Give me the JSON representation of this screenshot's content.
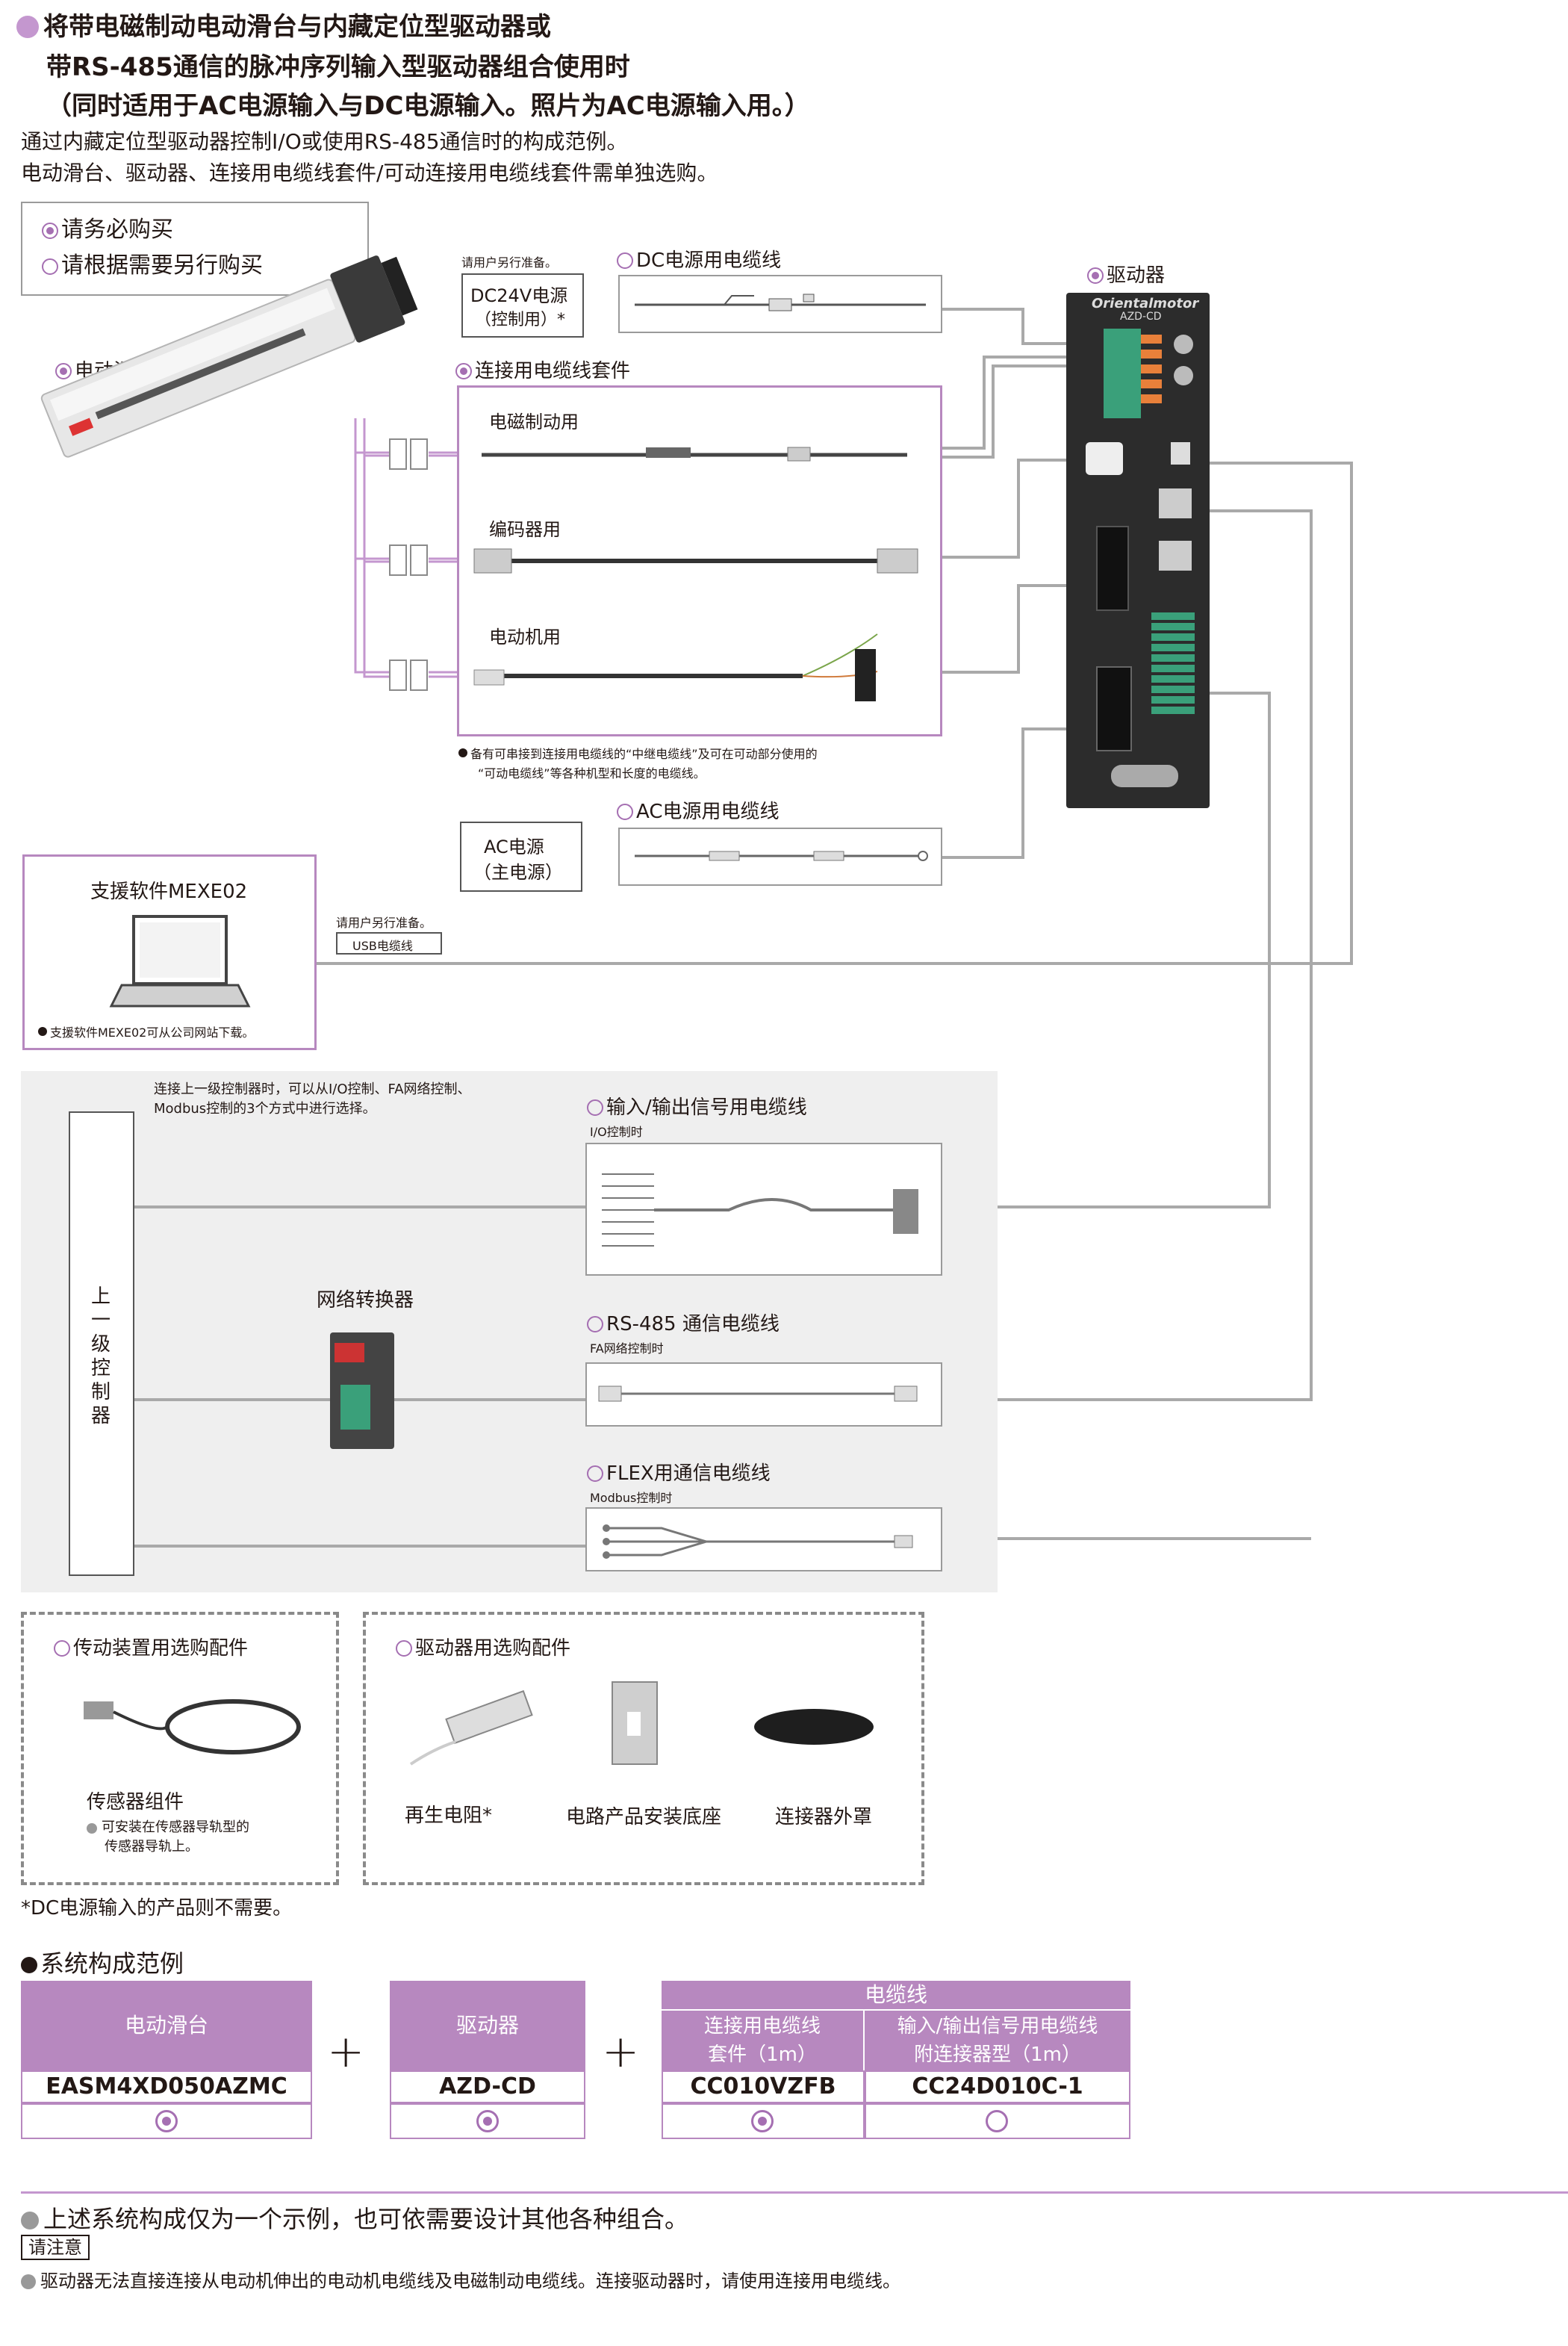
{
  "header": {
    "line1": "将带电磁制动电动滑台与内藏定位型驱动器或",
    "line2": "带RS-485通信的脉冲序列输入型驱动器组合使用时",
    "line3": "（同时适用于AC电源输入与DC电源输入。照片为AC电源输入用。）",
    "desc1": "通过内藏定位型驱动器控制I/O或使用RS-485通信时的构成范例。",
    "desc2": "电动滑台、驱动器、连接用电缆线套件/可动连接用电缆线套件需单独选购。"
  },
  "legend": {
    "required": "请务必购买",
    "optional": "请根据需要另行购买"
  },
  "diagram": {
    "slider_label": "电动滑台",
    "driver_label": "驱动器",
    "prepare_note1": "请用户另行准备。",
    "dc_power": "DC24V电源",
    "dc_power_sub": "（控制用）*",
    "dc_cable_label": "DC电源用电缆线",
    "cable_kit_label": "连接用电缆线套件",
    "brake_cable": "电磁制动用",
    "encoder_cable": "编码器用",
    "motor_cable": "电动机用",
    "kit_note1": "备有可串接到连接用电缆线的“中继电缆线”及可在可动部分使用的",
    "kit_note2": "“可动电缆线”等各种机型和长度的电缆线。",
    "ac_power": "AC电源",
    "ac_power_sub": "（主电源）",
    "ac_cable_label": "AC电源用电缆线",
    "software_title": "支援软件MEXE02",
    "software_note": "支援软件MEXE02可从公司网站下载。",
    "prepare_note2": "请用户另行准备。",
    "usb_cable": "USB电缆线",
    "controller_note1": "连接上一级控制器时，可以从I/O控制、FA网络控制、",
    "controller_note2": "Modbus控制的3个方式中进行选择。",
    "upper_controller": "上一级控制器",
    "io_cable_label": "输入/输出信号用电缆线",
    "io_cable_sub": "I/O控制时",
    "network_converter": "网络转换器",
    "rs485_label": "RS-485 通信电缆线",
    "rs485_sub": "FA网络控制时",
    "flex_label": "FLEX用通信电缆线",
    "flex_sub": "Modbus控制时",
    "driver_brand": "Orientalmotor",
    "driver_model": "AZD-CD"
  },
  "accessories": {
    "actuator_title": "传动装置用选购配件",
    "sensor_kit": "传感器组件",
    "sensor_note1": "可安装在传感器导轨型的",
    "sensor_note2": "传感器导轨上。",
    "driver_title": "驱动器用选购配件",
    "regen": "再生电阻*",
    "mount": "电路产品安装底座",
    "cover": "连接器外罩",
    "dc_note": "*DC电源输入的产品则不需要。"
  },
  "system_example": {
    "title": "系统构成范例",
    "slider_head": "电动滑台",
    "slider_model": "EASM4XD050AZMC",
    "driver_head": "驱动器",
    "driver_model": "AZD-CD",
    "cable_head": "电缆线",
    "kit_head1": "连接用电缆线",
    "kit_head2": "套件（1m）",
    "io_head1": "输入/输出信号用电缆线",
    "io_head2": "附连接器型（1m）",
    "kit_model": "CC010VZFB",
    "io_model": "CC24D010C-1"
  },
  "footer": {
    "note1": "上述系统构成仅为一个示例，也可依需要设计其他各种组合。",
    "attention": "请注意",
    "note2": "驱动器无法直接连接从电动机伸出的电动机电缆线及电磁制动电缆线。连接驱动器时，请使用连接用电缆线。"
  },
  "colors": {
    "accent": "#b788bf",
    "line": "#9a9a9a",
    "panel": "#efefef"
  }
}
